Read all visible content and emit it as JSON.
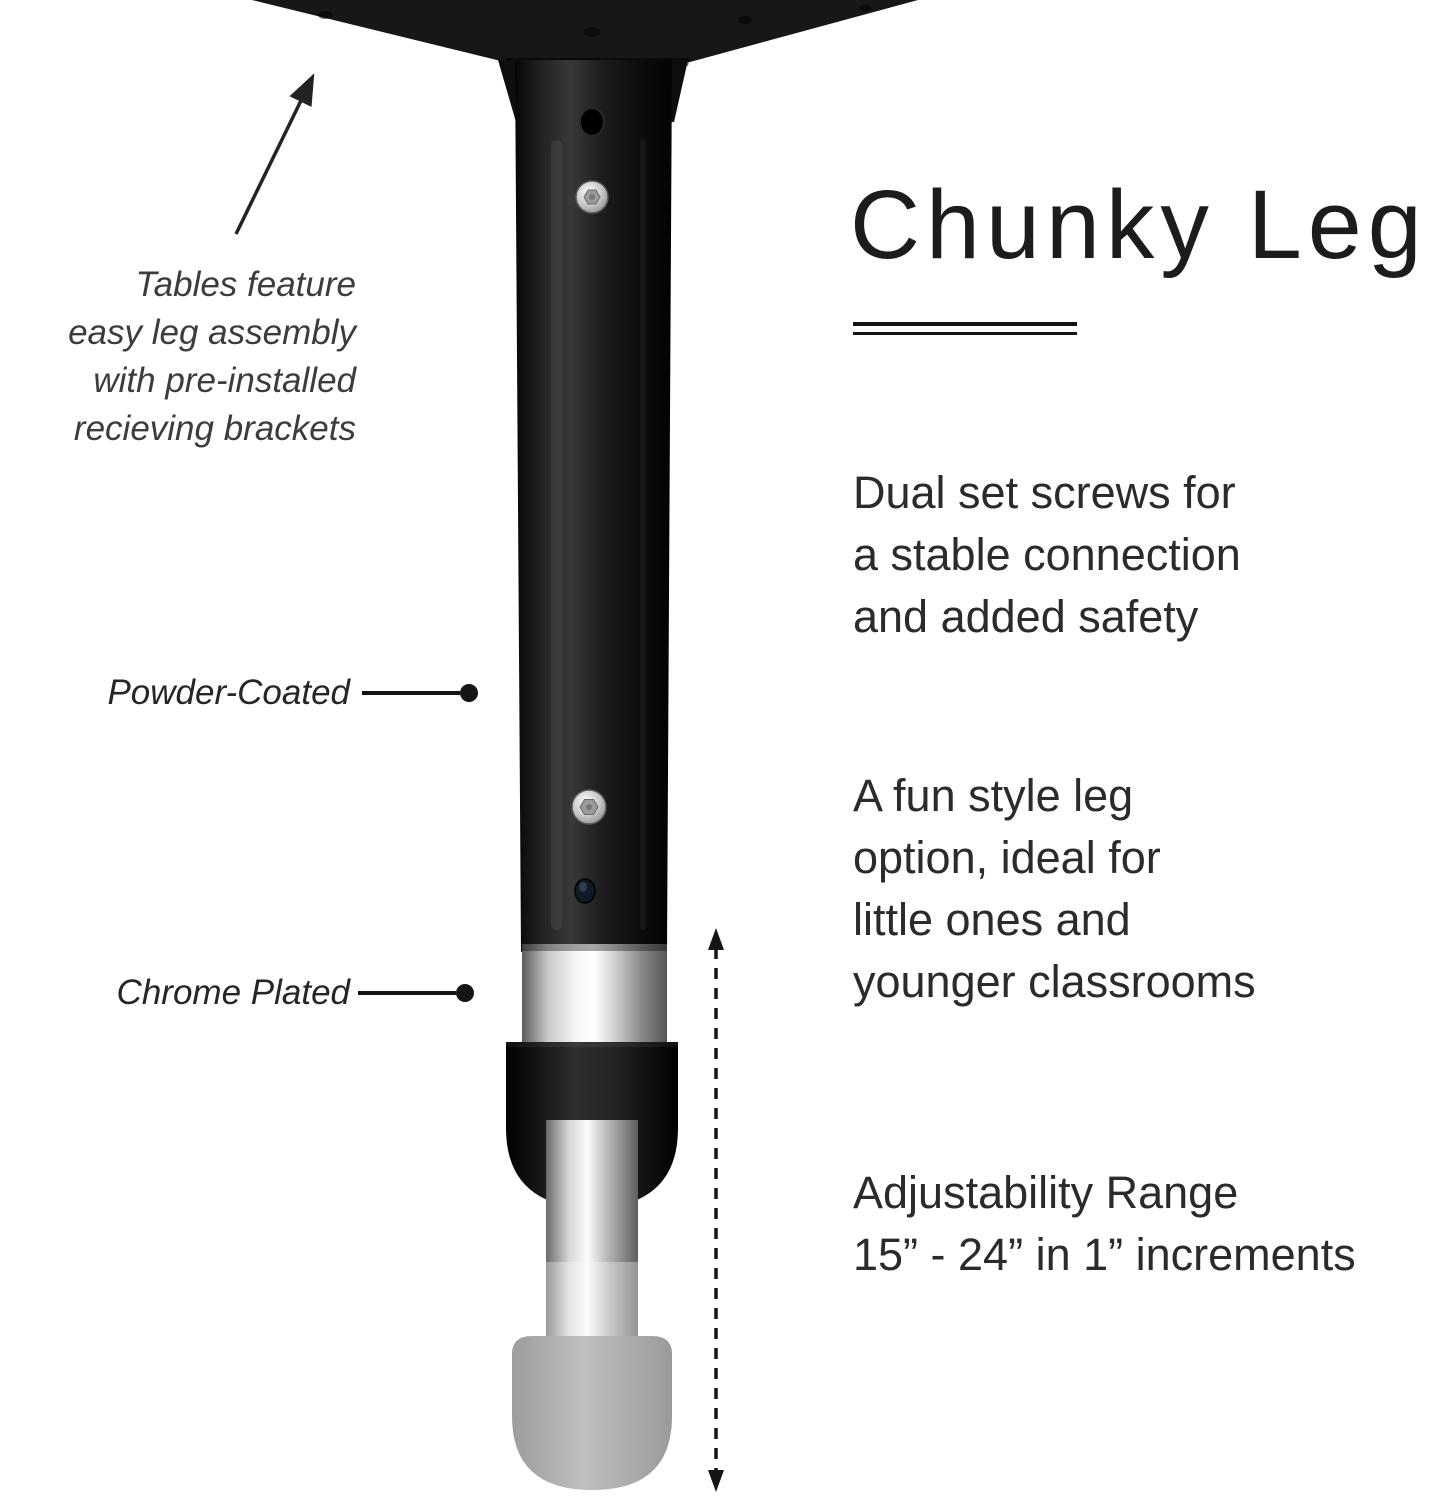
{
  "page": {
    "title": "Chunky Leg"
  },
  "callouts": {
    "assembly_note": "Tables feature\neasy leg assembly\nwith pre-installed\nrecieving brackets",
    "powder_coated": "Powder-Coated",
    "chrome_plated": "Chrome Plated"
  },
  "features": {
    "dual_screws": "Dual set screws for\na stable connection\nand added safety",
    "fun_style": "A fun style leg\noption, ideal for\nlittle ones and\nyounger classrooms",
    "adjustability": "Adjustability Range\n15” - 24” in 1” increments"
  },
  "colors": {
    "leg_black": "#141414",
    "chrome_silver": "#d9d9d9",
    "foot_gray": "#8b8b8b",
    "text_dark": "#2b2b2b",
    "background": "#ffffff"
  }
}
